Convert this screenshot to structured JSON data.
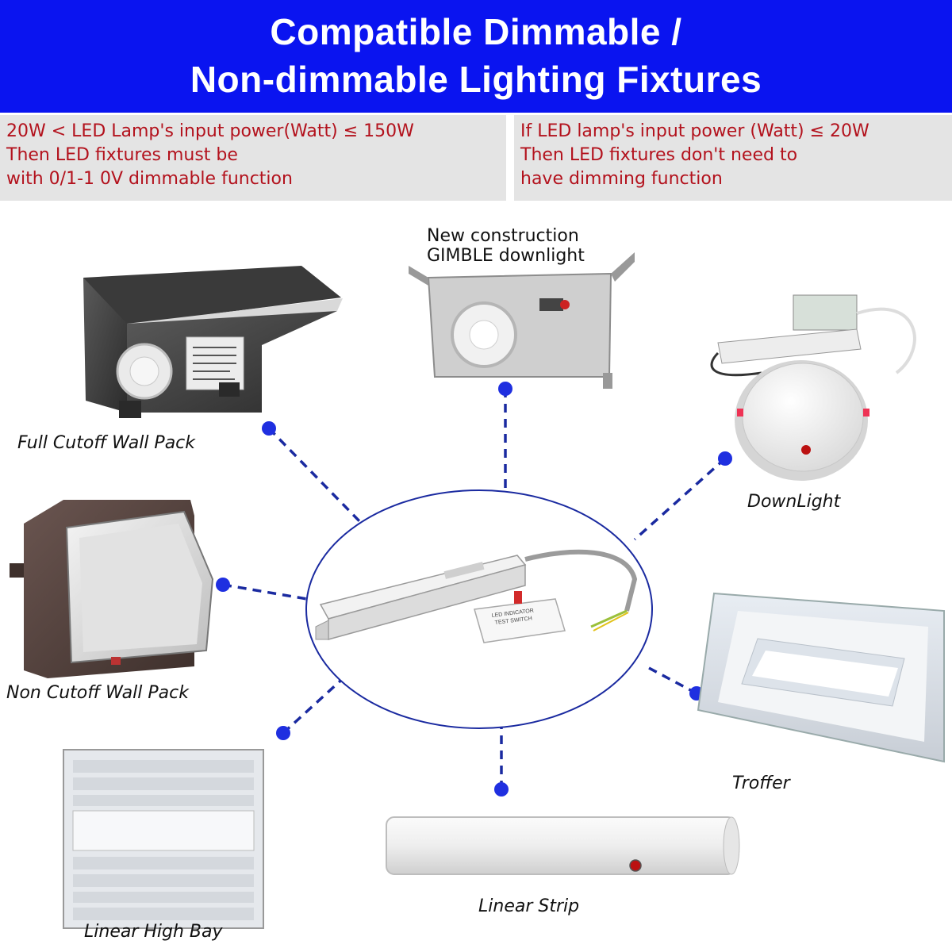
{
  "header": {
    "line1": "Compatible Dimmable /",
    "line2": "Non-dimmable Lighting Fixtures"
  },
  "notes": {
    "left": [
      "20W < LED Lamp's input power(Watt) ≤ 150W",
      "Then LED fixtures must be",
      "with 0/1-1 0V dimmable function"
    ],
    "right": [
      "If LED lamp's input power (Watt) ≤ 20W",
      "Then LED fixtures don't need to",
      "have dimming function"
    ]
  },
  "fixtures": {
    "full_cutoff_wall_pack": "Full Cutoff Wall Pack",
    "gimble_downlight": [
      "New construction",
      "GIMBLE downlight"
    ],
    "downlight": "DownLight",
    "non_cutoff_wall_pack": "Non Cutoff Wall Pack",
    "troffer": "Troffer",
    "linear_high_bay": "Linear High Bay",
    "linear_strip": "Linear Strip"
  },
  "center_device": {
    "switch_text": [
      "LED INDICATOR",
      "TEST SWITCH"
    ]
  },
  "colors": {
    "header_bg": "#0a14f0",
    "note_bg": "#e4e4e4",
    "note_text": "#b3121d",
    "connector": "#1a2aa0",
    "dot": "#1f2fe0"
  }
}
